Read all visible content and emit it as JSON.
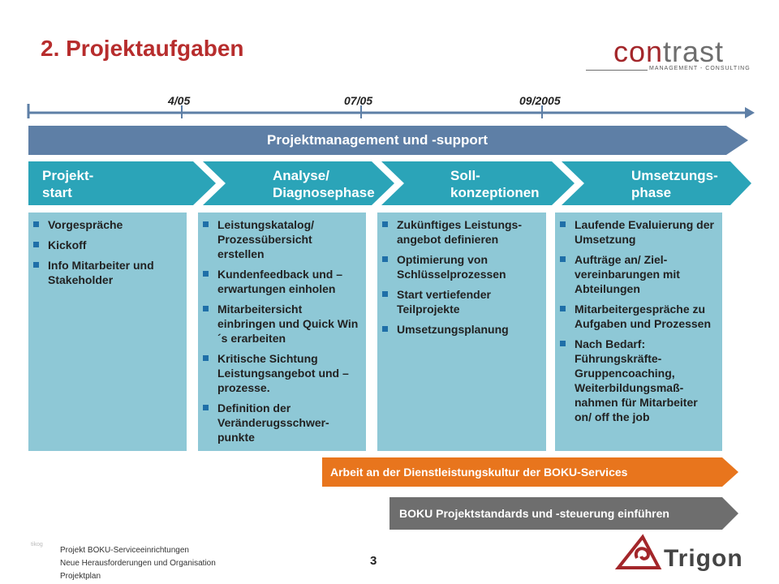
{
  "title": "2. Projektaufgaben",
  "logo": {
    "con": "con",
    "trast": "trast",
    "tagline": "MANAGEMENT - CONSULTING"
  },
  "timeline": {
    "dates": [
      "4/05",
      "07/05",
      "09/2005"
    ]
  },
  "top_bar": "Projektmanagement und -support",
  "phases": [
    {
      "label": "Projekt-\nstart",
      "items": [
        "Vorgespräche",
        "Kickoff",
        "Info Mitarbeiter und Stakeholder"
      ]
    },
    {
      "label": "Analyse/\nDiagnosephase",
      "items": [
        "Leistungskatalog/ Prozessübersicht erstellen",
        "Kundenfeedback und –erwartungen einholen",
        "Mitarbeitersicht einbringen und Quick Win´s erarbeiten",
        "Kritische Sichtung Leistungsangebot und –prozesse.",
        "Definition der Veränderugsschwer-punkte"
      ]
    },
    {
      "label": "Soll-\nkonzeptionen",
      "items": [
        "Zukünftiges Leistungs-angebot definieren",
        "Optimierung von Schlüsselprozessen",
        "Start vertiefender Teilprojekte",
        "Umsetzungsplanung"
      ]
    },
    {
      "label": "Umsetzungs-\nphase",
      "items": [
        "Laufende Evaluierung der Umsetzung",
        "Aufträge an/ Ziel-vereinbarungen mit Abteilungen",
        "Mitarbeitergespräche zu Aufgaben und Prozessen",
        "Nach Bedarf: Führungskräfte-Gruppencoaching, Weiterbildungsmaß-nahmen für Mitarbeiter on/ off the job"
      ]
    }
  ],
  "bottom_bars": [
    "Arbeit an der Dienstleistungskultur der BOKU-Services",
    "BOKU Projektstandards und -steuerung einführen"
  ],
  "footer": {
    "lines": [
      "Projekt BOKU-Serviceeinrichtungen",
      "Neue Herausforderungen und Organisation",
      "Projektplan"
    ],
    "page_number": "3",
    "brand": "Trigon",
    "small_mark": "tikog"
  },
  "colors": {
    "title": "#b72d2d",
    "top_bar": "#5e7fa6",
    "phase_arrow": "#2ba4b8",
    "box": "#8ec8d6",
    "bullet": "#1f6fa8",
    "orange_bar": "#e8751d",
    "grey_bar": "#6e6e6e",
    "brand": "#a3262a"
  }
}
